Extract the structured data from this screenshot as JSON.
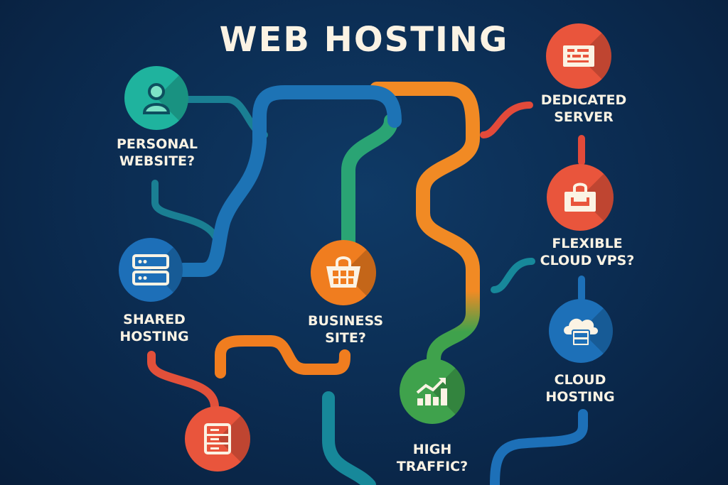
{
  "title": "WEB HOSTING",
  "nodes": {
    "personal": {
      "line1": "PERSONAL",
      "line2": "WEBSITE?",
      "icon": "user-icon",
      "color": "#1fb39e"
    },
    "shared": {
      "line1": "SHARED",
      "line2": "HOSTING",
      "icon": "server-icon",
      "color": "#1d6fb8"
    },
    "business": {
      "line1": "BUSINESS",
      "line2": "SITE?",
      "icon": "shopping-basket-icon",
      "color": "#f07d1f"
    },
    "dedicated": {
      "line1": "DEDICATED",
      "line2": "SERVER",
      "icon": "server-panel-icon",
      "color": "#e9553c"
    },
    "flexible": {
      "line1": "FLEXIBLE",
      "line2": "CLOUD VPS?",
      "icon": "briefcase-icon",
      "color": "#e9553c"
    },
    "cloud": {
      "line1": "CLOUD",
      "line2": "HOSTING",
      "icon": "cloud-server-icon",
      "color": "#1d70b8"
    },
    "traffic": {
      "line1": "HIGH",
      "line2": "TRAFFIC?",
      "icon": "growth-chart-icon",
      "color": "#3fa24c"
    },
    "bottom": {
      "icon": "server-icon",
      "color": "#e9553c"
    }
  }
}
